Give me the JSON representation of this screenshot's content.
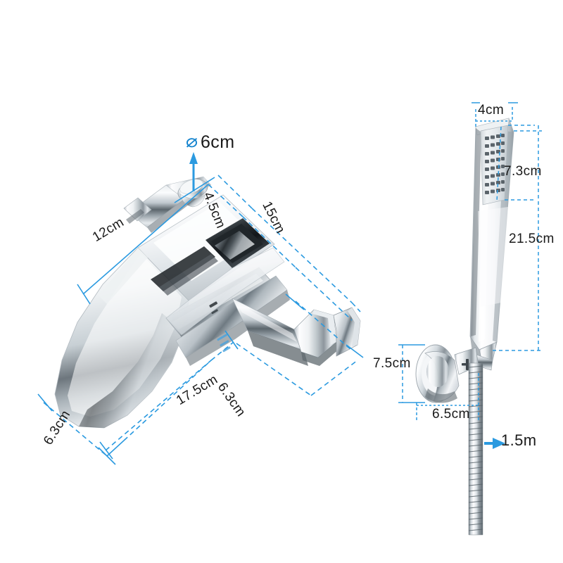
{
  "page": {
    "type": "product-dimension-diagram",
    "subject": "wall-mounted waterfall bathtub faucet with handheld shower set",
    "background_color": "#ffffff",
    "dimension_line_color": "#2b9ae0",
    "label_text_color": "#1a1a1a"
  },
  "faucet": {
    "name": "waterfall bath mixer faucet body",
    "dimensions": {
      "spout_diameter": "6cm",
      "diameter_symbol": "⌀",
      "body_width": "12cm",
      "top_depth": "4.5cm",
      "overall_diagonal": "15cm",
      "overall_length": "17.5cm",
      "spout_projection": "6.3cm",
      "spout_height": "6.3cm"
    }
  },
  "shower": {
    "name": "handheld shower wand with bracket and hose",
    "dimensions": {
      "head_width": "4cm",
      "head_face_length": "7.3cm",
      "wand_total_length": "21.5cm",
      "bracket_height": "7.5cm",
      "bracket_width": "6.5cm",
      "hose_length": "1.5m"
    }
  },
  "labels": {
    "spout_diameter": "6cm",
    "diameter_symbol": "⌀",
    "body_width": "12cm",
    "top_depth": "4.5cm",
    "overall_diagonal": "15cm",
    "overall_length": "17.5cm",
    "spout_projection": "6.3cm",
    "spout_height": "6.3cm",
    "head_width": "4cm",
    "head_face_length": "7.3cm",
    "wand_total_length": "21.5cm",
    "bracket_height": "7.5cm",
    "bracket_width": "6.5cm",
    "hose_length": "1.5m"
  }
}
